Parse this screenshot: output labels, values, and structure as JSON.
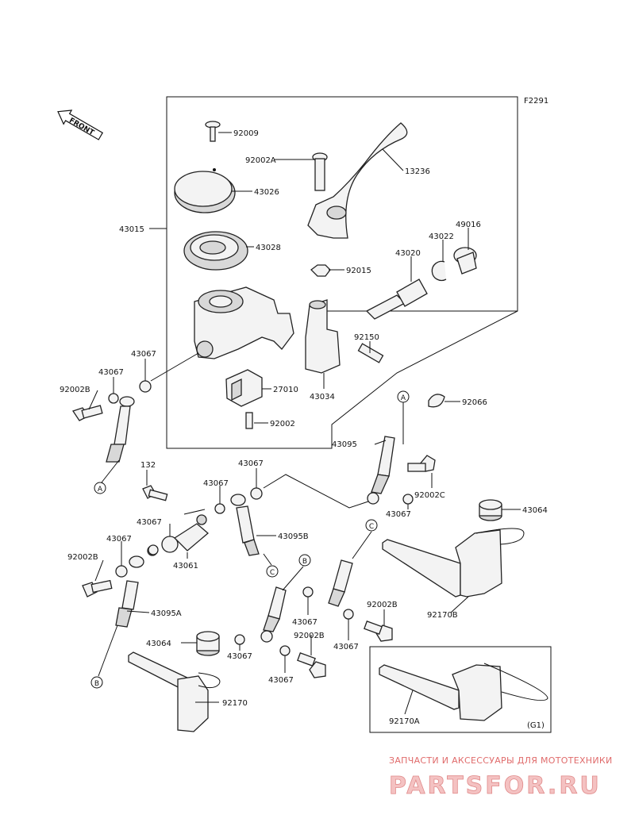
{
  "diagram": {
    "code": "F2291",
    "front_label": "FRONT",
    "group_label": "(G1)"
  },
  "watermark": {
    "tagline": "ЗАПЧАСТИ И АКСЕССУАРЫ ДЛЯ МОТОТЕХНИКИ",
    "brand": "PARTSFOR.RU"
  },
  "labels": {
    "p92009": "92009",
    "p92002A": "92002A",
    "p13236": "13236",
    "p43026": "43026",
    "p43015": "43015",
    "p43028": "43028",
    "p49016": "49016",
    "p43022": "43022",
    "p43020": "43020",
    "p92015": "92015",
    "p92150": "92150",
    "p43067_a": "43067",
    "p43067_b": "43067",
    "p92002B_a": "92002B",
    "p27010": "27010",
    "p43034": "43034",
    "p92066": "92066",
    "p92002": "92002",
    "p43095": "43095",
    "p132": "132",
    "p43067_c": "43067",
    "p43067_d": "43067",
    "p92002C": "92002C",
    "p43067_e": "43067",
    "p43064_a": "43064",
    "p43067_f": "43067",
    "p43095B": "43095B",
    "p43067_g": "43067",
    "p92002B_b": "92002B",
    "p43061": "43061",
    "p92170B": "92170B",
    "p43095A": "43095A",
    "p92002B_c": "92002B",
    "p43067_h": "43067",
    "p43067_i": "43067",
    "p92002B_d": "92002B",
    "p43064_b": "43064",
    "p43067_j": "43067",
    "p43067_k": "43067",
    "p92170": "92170",
    "p92170A": "92170A"
  },
  "callouts": {
    "A1": "A",
    "A2": "A",
    "B1": "B",
    "B2": "B",
    "C1": "C",
    "C2": "C"
  }
}
